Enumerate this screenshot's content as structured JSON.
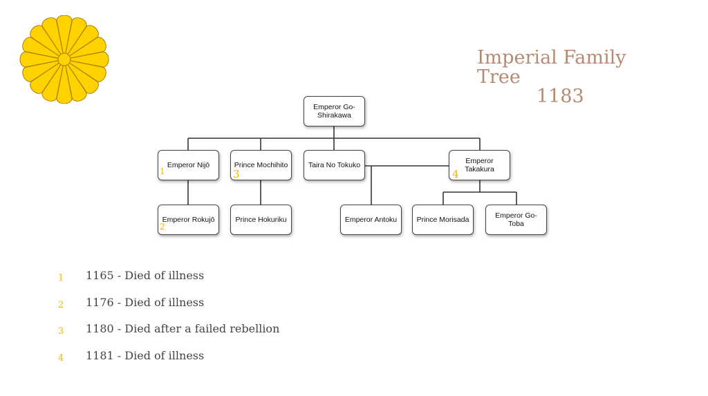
{
  "title": {
    "line1": "Imperial Family Tree",
    "line2": "1183"
  },
  "colors": {
    "accent": "#f0b400",
    "title": "#b48a74",
    "seal": "#ffd200",
    "seal_stroke": "#a67c00"
  },
  "nodes": {
    "go_shirakawa": "Emperor Go-Shirakawa",
    "nijo": "Emperor Nijō",
    "mochihito": "Prince Mochihito",
    "tokuko": "Taira No Tokuko",
    "takakura": "Emperor Takakura",
    "rokujo": "Emperor Rokujō",
    "hokuriku": "Prince Hokuriku",
    "antoku": "Emperor Antoku",
    "morisada": "Prince Morisada",
    "go_toba": "Emperor Go-Toba"
  },
  "markers": {
    "nijo": "1",
    "rokujo": "2",
    "mochihito": "3",
    "takakura": "4"
  },
  "legend": [
    {
      "num": "1",
      "text": "1165 - Died of illness"
    },
    {
      "num": "2",
      "text": "1176 - Died of illness"
    },
    {
      "num": "3",
      "text": "1180 - Died after a failed rebellion"
    },
    {
      "num": "4",
      "text": "1181 - Died of illness"
    }
  ]
}
